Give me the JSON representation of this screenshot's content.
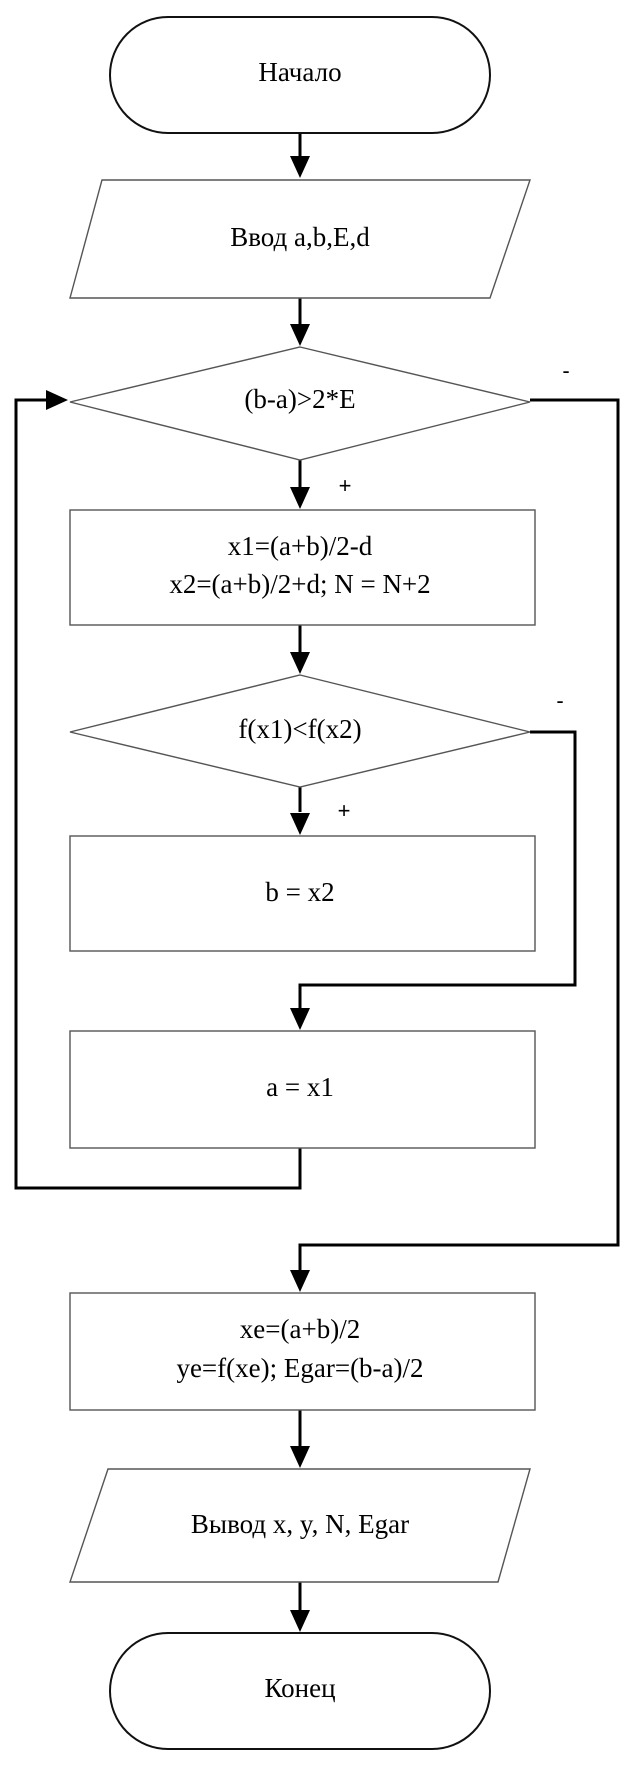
{
  "flowchart": {
    "start": "Начало",
    "input": "Ввод a,b,E,d",
    "loop_condition": "(b-a)>2*E",
    "loop_yes": "+",
    "loop_no": "-",
    "compute_line1": "x1=(a+b)/2-d",
    "compute_line2": "x2=(a+b)/2+d; N = N+2",
    "compare_condition": "f(x1)<f(x2)",
    "compare_yes": "+",
    "compare_no": "-",
    "assign_b": "b = x2",
    "assign_a": "a = x1",
    "result_line1": "xe=(a+b)/2",
    "result_line2": "ye=f(xe); Egar=(b-a)/2",
    "output": "Вывод x, y, N, Egar",
    "end": "Конец"
  }
}
